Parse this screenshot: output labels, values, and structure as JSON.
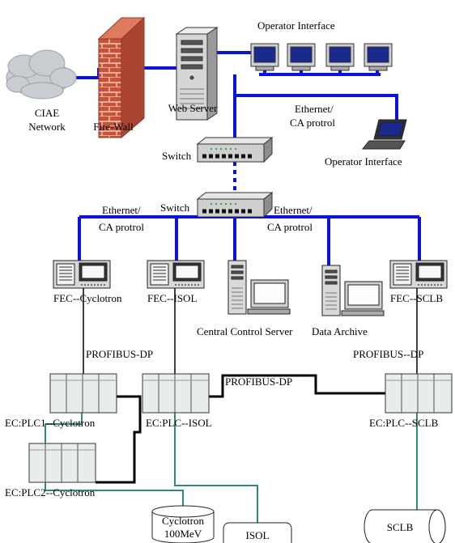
{
  "colors": {
    "ethernet": "#0a14d8",
    "profibus": "#000000",
    "fieldbus": "#2e8b7a",
    "brick": "#c8513a",
    "mortar": "#f3c9b8",
    "cloud": "#c9ccd1",
    "device": "#d9d9d9"
  },
  "labels": {
    "operator_interface_top": "Operator Interface",
    "ciae_network_1": "CIAE",
    "ciae_network_2": "Network",
    "firewall": "Fire-Wall",
    "web_server": "Web Server",
    "ethernet_top_1": "Ethernet/",
    "ethernet_top_2": "CA protrol",
    "operator_interface_right": "Operator Interface",
    "switch_1": "Switch",
    "switch_2": "Switch",
    "ethernet_left_1": "Ethernet/",
    "ethernet_left_2": "CA protrol",
    "ethernet_right_1": "Ethernet/",
    "ethernet_right_2": "CA protrol",
    "fec_cyclotron": "FEC--Cyclotron",
    "fec_isol": "FEC--ISOL",
    "central_control_server": "Central Control Server",
    "data_archive": "Data Archive",
    "fec_sclb": "FEC--SCLB",
    "profibus_left": "PROFIBUS-DP",
    "profibus_middle": "PROFIBUS-DP",
    "profibus_right": "PROFIBUS--DP",
    "plc1_cyclotron": "EC:PLC1--Cyclotron",
    "plc_isol": "EC:PLC--ISOL",
    "plc_sclb": "EC:PLC--SCLB",
    "plc2_cyclotron": "EC:PLC2--Cyclotron",
    "cyclotron_1": "Cyclotron",
    "cyclotron_2": "100MeV",
    "isol": "ISOL",
    "sclb": "SCLB"
  }
}
